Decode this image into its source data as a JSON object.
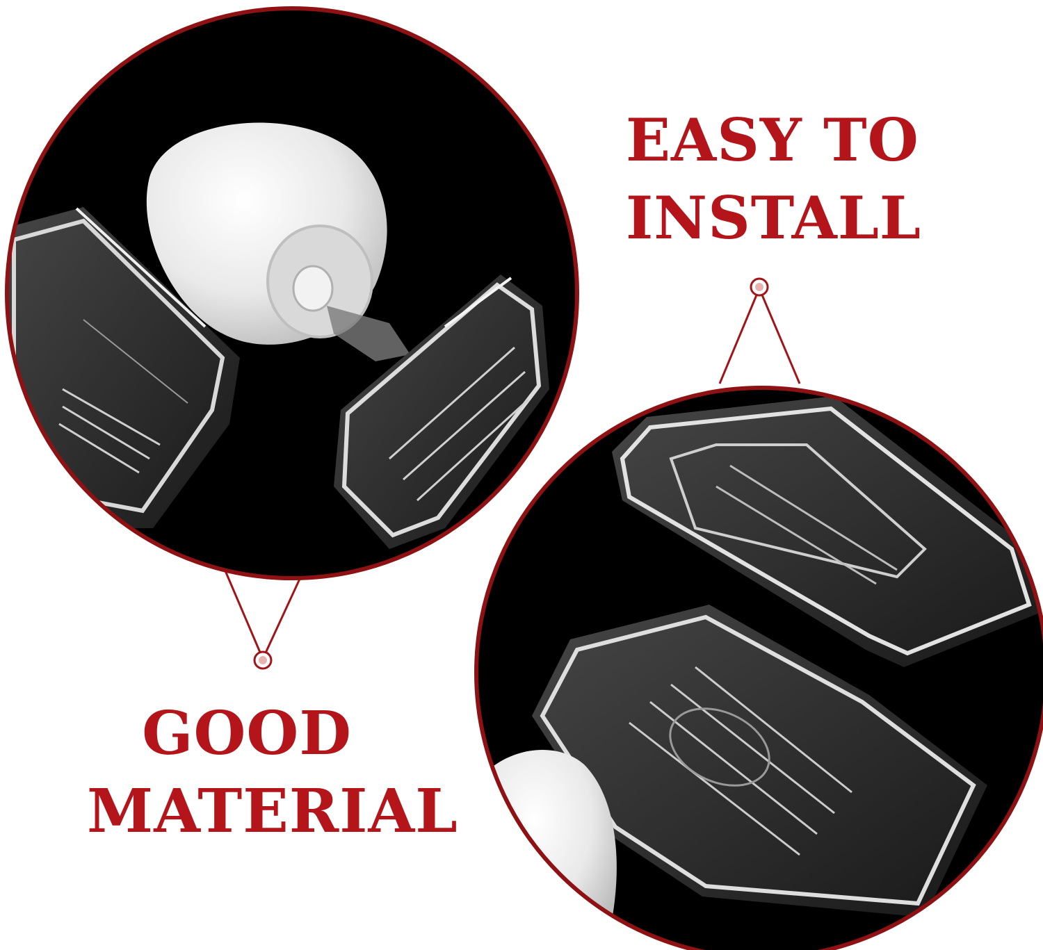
{
  "colors": {
    "accent": "#b3151a",
    "background": "#ffffff",
    "photo_background": "#000000"
  },
  "callouts": {
    "easy_install": {
      "line1": "EASY TO",
      "line2": "INSTALL"
    },
    "good_material": {
      "line1": "GOOD",
      "line2": "MATERIAL"
    }
  }
}
